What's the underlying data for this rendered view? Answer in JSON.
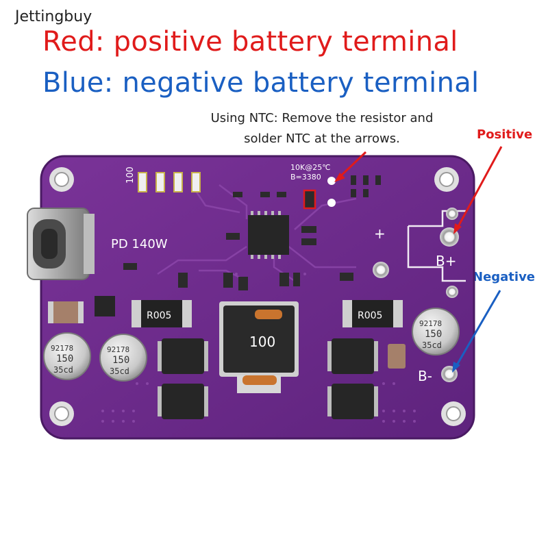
{
  "brand": "Jettingbuy",
  "legend": {
    "red": "Red: positive battery terminal",
    "blue": "Blue: negative battery terminal"
  },
  "note": {
    "line1": "Using NTC: Remove the resistor and",
    "line2": "solder NTC at the arrows."
  },
  "labels": {
    "positive": "Positive",
    "negative": "Negative"
  },
  "board": {
    "silk_pd": "PD 140W",
    "silk_ntc1": "10K@25℃",
    "silk_ntc2": "B=3380",
    "silk_100": "100",
    "silk_bplus": "B+",
    "silk_bminus": "B-",
    "silk_plus": "+",
    "resistor_left": "R005",
    "resistor_right": "R005",
    "inductor": "100",
    "cap_line1": "92178",
    "cap_line2": "150",
    "cap_line3": "35cd"
  },
  "colors": {
    "pcb": "#6a2a8a",
    "positive": "#e01b1b",
    "negative": "#1a5fc2"
  }
}
